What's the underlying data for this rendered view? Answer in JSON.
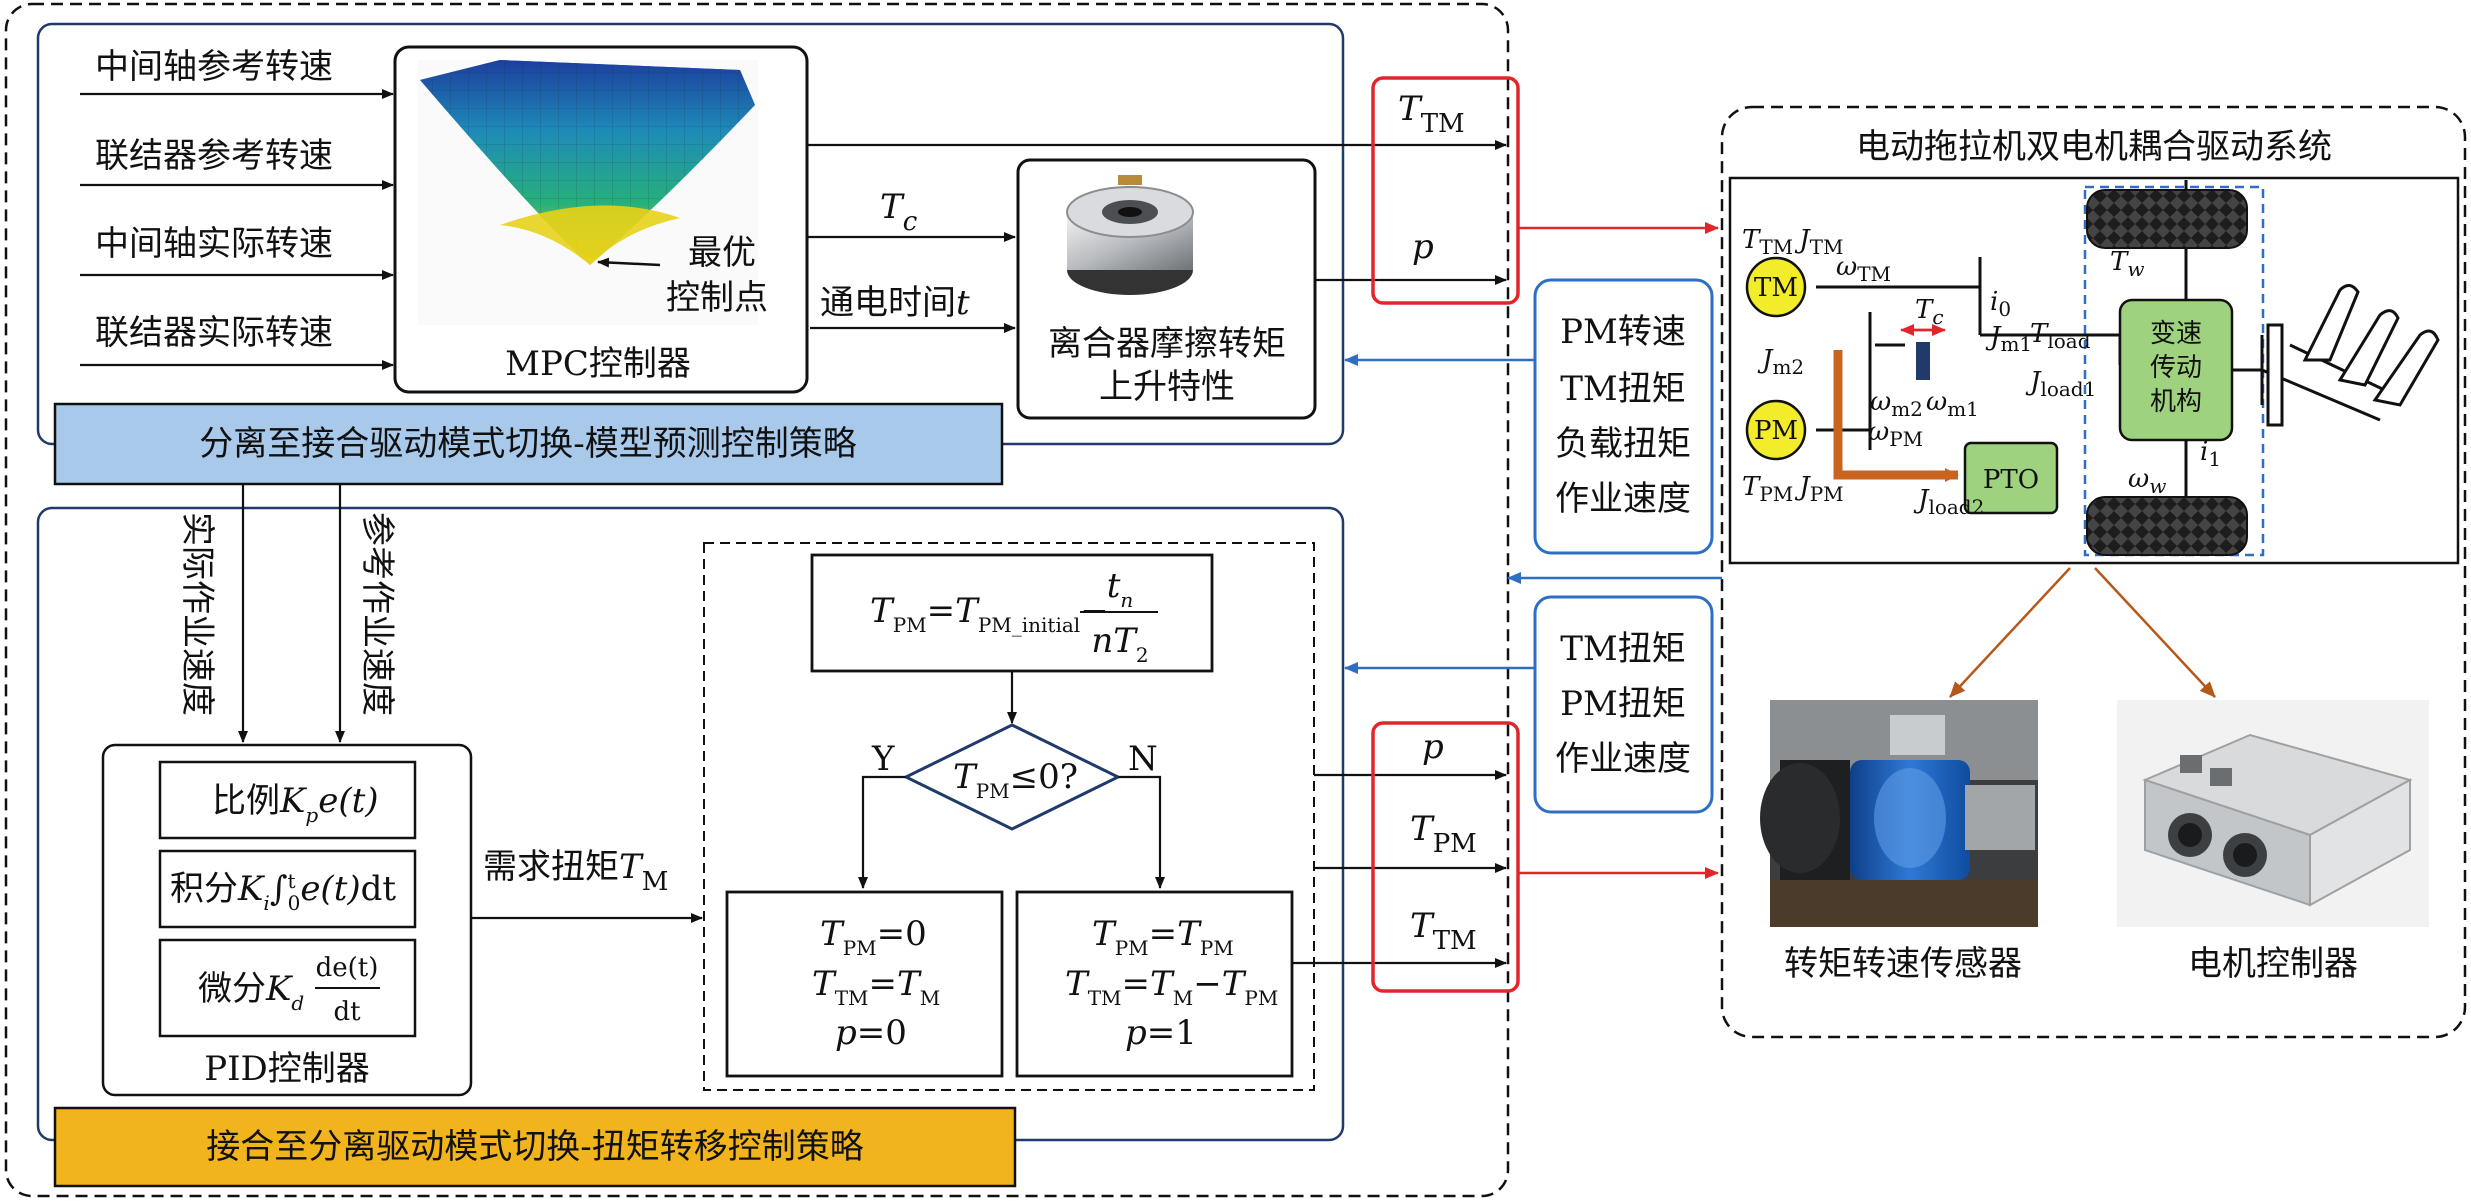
{
  "left_inputs": [
    "中间轴参考转速",
    "联结器参考转速",
    "中间轴实际转速",
    "联结器实际转速"
  ],
  "mpc": {
    "label": "MPC控制器",
    "optimum_line1": "最优",
    "optimum_line2": "控制点"
  },
  "clutch": {
    "label_line1": "离合器摩擦转矩",
    "label_line2": "上升特性",
    "input_tc": "T",
    "input_tc_sub": "c",
    "input_time": "通电时间",
    "input_time_var": "t"
  },
  "top_outputs": {
    "ttm": "T",
    "ttm_sub": "TM",
    "p": "p"
  },
  "top_title": "分离至接合驱动模式切换-模型预测控制策略",
  "bottom_title": "接合至分离驱动模式切换-扭矩转移控制策略",
  "speed_labels": {
    "actual": "实际作业速度",
    "reference": "参考作业速度"
  },
  "pid": {
    "label": "PID控制器",
    "p_term": "比例",
    "i_term": "积分",
    "d_term": "微分",
    "k": "K",
    "kp_sub": "p",
    "ki_sub": "i",
    "kd_sub": "d",
    "e_t": "e(t)",
    "dt": "dt",
    "de_t": "de(t)",
    "int_sup": "t",
    "int_sub": "0"
  },
  "demand": {
    "label": "需求扭矩",
    "var": "T",
    "sub": "M"
  },
  "flow": {
    "formula_lhs": "T",
    "formula_lhs_sub": "PM",
    "formula_eq": "=",
    "formula_t": "T",
    "formula_t_sub": "PM_initial",
    "formula_minus": "−",
    "frac_num": "t",
    "frac_num_sub": "n",
    "frac_den": "nT",
    "frac_den_sub": "2",
    "decision_var": "T",
    "decision_sub": "PM",
    "decision_rest": "≤0?",
    "yes": "Y",
    "no": "N",
    "left_box": {
      "l1_var": "T",
      "l1_sub": "PM",
      "l1_rest": "=0",
      "l2_var": "T",
      "l2_sub": "TM",
      "l2_eq": "=",
      "l2_var2": "T",
      "l2_sub2": "M",
      "l3": "p",
      "l3_rest": "=0"
    },
    "right_box": {
      "l1_var": "T",
      "l1_sub": "PM",
      "l1_eq": "=",
      "l1_var2": "T",
      "l1_sub2": "PM",
      "l2_var": "T",
      "l2_sub": "TM",
      "l2_eq": "=",
      "l2_var2": "T",
      "l2_sub2": "M",
      "l2_minus": "−",
      "l2_var3": "T",
      "l2_sub3": "PM",
      "l3": "p",
      "l3_rest": "=1"
    }
  },
  "bottom_outputs": {
    "p": "p",
    "tpm": "T",
    "tpm_sub": "PM",
    "ttm": "T",
    "ttm_sub": "TM"
  },
  "feedback_top": [
    "PM转速",
    "TM扭矩",
    "负载扭矩",
    "作业速度"
  ],
  "feedback_bottom": [
    "TM扭矩",
    "PM扭矩",
    "作业速度"
  ],
  "system": {
    "title": "电动拖拉机双电机耦合驱动系统",
    "tm": "TM",
    "pm": "PM",
    "pto": "PTO",
    "gearbox_line1": "变速",
    "gearbox_line2": "传动",
    "gearbox_line3": "机构",
    "sensor_label": "转矩转速传感器",
    "controller_label": "电机控制器",
    "sym_T": "T",
    "sym_J": "J",
    "sym_omega": "ω",
    "sym_i": "i",
    "sub_TM": "TM",
    "sub_PM": "PM",
    "sub_m1": "m1",
    "sub_m2": "m2",
    "sub_c": "c",
    "sub_0": "0",
    "sub_1": "1",
    "sub_load": "load",
    "sub_load1": "load1",
    "sub_load2": "load2",
    "sub_w": "w"
  },
  "colors": {
    "red": "#e0262b",
    "blue": "#2e6fc4",
    "frame_blue": "#1f3a6b",
    "top_title_bg": "#a9c9ea",
    "bottom_title_bg": "#f2b41c",
    "gearbox_green": "#9fd27e",
    "motor_yellow": "#f2ec2a",
    "shaft_orange": "#c8641e",
    "link_brown": "#b5581c"
  }
}
